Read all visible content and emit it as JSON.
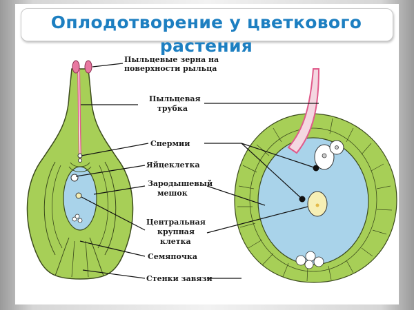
{
  "title": "Оплодотворение у цветкового растения",
  "labels": {
    "pollen_1": "Пыльцевые зерна на",
    "pollen_2": "поверхности рыльца",
    "tube_1": "Пыльцевая",
    "tube_2": "трубка",
    "sperm": "Спермии",
    "egg": "Яйцеклетка",
    "sac_1": "Зародышевый",
    "sac_2": "мешок",
    "central_1": "Центральная",
    "central_2": "крупная",
    "central_3": "клетка",
    "ovule": "Семяпочка",
    "ovary": "Стенки завязи"
  },
  "colors": {
    "title": "#1d7fc1",
    "ovary_green": "#a7cf57",
    "ovary_outline": "#3b4a1c",
    "sac_blue": "#a9d3ea",
    "tube_pink": "#e05a8a",
    "cell_yellow": "#f6efb5"
  }
}
